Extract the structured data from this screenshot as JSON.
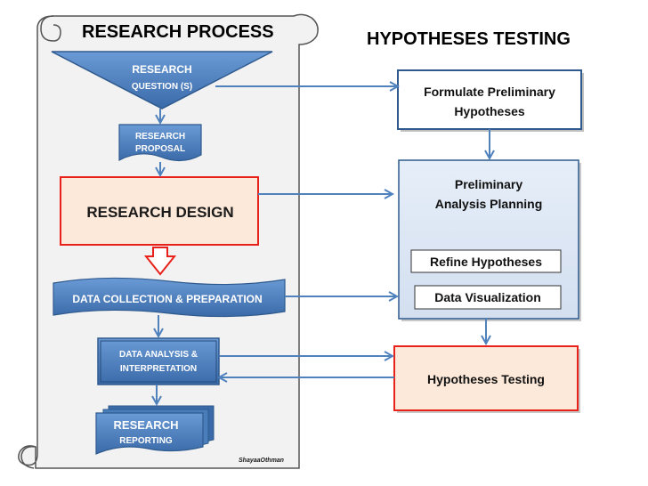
{
  "scroll_title": "RESEARCH PROCESS",
  "right_title": "HYPOTHESES TESTING",
  "left_steps": {
    "question_line1": "RESEARCH",
    "question_line2": "QUESTION (S)",
    "proposal_line1": "RESEARCH",
    "proposal_line2": "PROPOSAL",
    "design": "RESEARCH DESIGN",
    "collection": "DATA COLLECTION & PREPARATION",
    "analysis_line1": "DATA ANALYSIS &",
    "analysis_line2": "INTERPRETATION",
    "reporting_line1": "RESEARCH",
    "reporting_line2": "REPORTING"
  },
  "right_steps": {
    "formulate_line1": "Formulate Preliminary",
    "formulate_line2": "Hypotheses",
    "planning_line1": "Preliminary",
    "planning_line2": "Analysis Planning",
    "refine": "Refine Hypotheses",
    "visualization": "Data Visualization",
    "testing": "Hypotheses Testing"
  },
  "author": "ShayaaOthman",
  "colors": {
    "blue": "#4a7ebb",
    "blue_dark": "#2f5a8e",
    "design_border": "#e8221b",
    "design_fill": "#fde9d9",
    "planning_fill": "#dce6f2",
    "arrow": "#4f81bd",
    "scroll_fill": "#f2f2f2"
  }
}
